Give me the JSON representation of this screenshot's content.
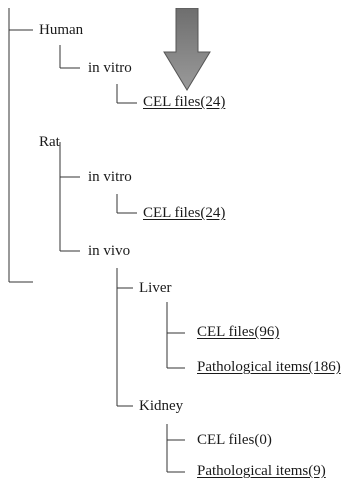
{
  "tree": {
    "human": {
      "label": "Human",
      "in_vitro": {
        "label": "in vitro",
        "cel_files": "CEL files(24)"
      }
    },
    "rat": {
      "label": "Rat",
      "in_vitro": {
        "label": "in vitro",
        "cel_files": "CEL files(24)"
      },
      "in_vivo": {
        "label": "in vivo",
        "liver": {
          "label": "Liver",
          "cel_files": "CEL files(96)",
          "pathological_items": "Pathological items(186)"
        },
        "kidney": {
          "label": "Kidney",
          "cel_files": "CEL files(0)",
          "pathological_items": "Pathological items(9)"
        }
      }
    }
  },
  "pointer": {
    "icon": "down-arrow-icon",
    "color": "#8a8a8a"
  }
}
